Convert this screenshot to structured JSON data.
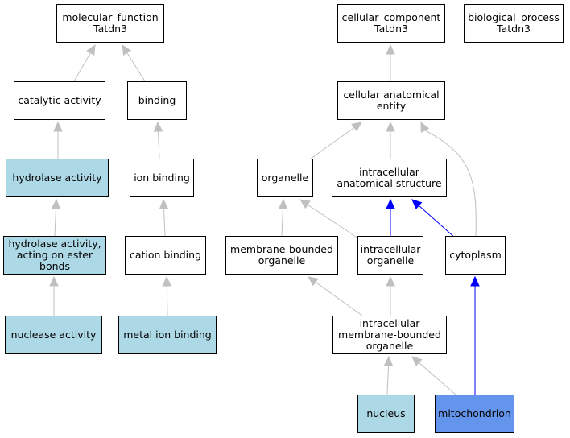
{
  "colors": {
    "default_fill": "#ffffff",
    "light_blue": "#add8e6",
    "cornflower": "#6495ed",
    "edge_gray": "#c0c0c0",
    "edge_blue": "#0000ff"
  },
  "nodes": [
    {
      "id": "mf",
      "lines": [
        "molecular_function",
        "Tatdn3"
      ],
      "fill": "default_fill"
    },
    {
      "id": "cc",
      "lines": [
        "cellular_component",
        "Tatdn3"
      ],
      "fill": "default_fill"
    },
    {
      "id": "bp",
      "lines": [
        "biological_process",
        "Tatdn3"
      ],
      "fill": "default_fill"
    },
    {
      "id": "cat",
      "lines": [
        "catalytic activity"
      ],
      "fill": "default_fill"
    },
    {
      "id": "bind",
      "lines": [
        "binding"
      ],
      "fill": "default_fill"
    },
    {
      "id": "cae",
      "lines": [
        "cellular anatomical",
        "entity"
      ],
      "fill": "default_fill"
    },
    {
      "id": "hyd",
      "lines": [
        "hydrolase activity"
      ],
      "fill": "light_blue"
    },
    {
      "id": "ion",
      "lines": [
        "ion binding"
      ],
      "fill": "default_fill"
    },
    {
      "id": "org",
      "lines": [
        "organelle"
      ],
      "fill": "default_fill"
    },
    {
      "id": "ias",
      "lines": [
        "intracellular",
        "anatomical structure"
      ],
      "fill": "default_fill"
    },
    {
      "id": "hae",
      "lines": [
        "hydrolase activity,",
        "acting on ester",
        "bonds"
      ],
      "fill": "light_blue"
    },
    {
      "id": "cation",
      "lines": [
        "cation binding"
      ],
      "fill": "default_fill"
    },
    {
      "id": "mbo",
      "lines": [
        "membrane-bounded",
        "organelle"
      ],
      "fill": "default_fill"
    },
    {
      "id": "io",
      "lines": [
        "intracellular",
        "organelle"
      ],
      "fill": "default_fill"
    },
    {
      "id": "cyto",
      "lines": [
        "cytoplasm"
      ],
      "fill": "default_fill"
    },
    {
      "id": "nuc_act",
      "lines": [
        "nuclease activity"
      ],
      "fill": "light_blue"
    },
    {
      "id": "metal",
      "lines": [
        "metal ion binding"
      ],
      "fill": "light_blue"
    },
    {
      "id": "imbo",
      "lines": [
        "intracellular",
        "membrane-bounded",
        "organelle"
      ],
      "fill": "default_fill"
    },
    {
      "id": "nucleus",
      "lines": [
        "nucleus"
      ],
      "fill": "light_blue"
    },
    {
      "id": "mito",
      "lines": [
        "mitochondrion"
      ],
      "fill": "cornflower"
    }
  ],
  "edges": [
    {
      "from": "cat",
      "to": "mf",
      "color": "edge_gray"
    },
    {
      "from": "bind",
      "to": "mf",
      "color": "edge_gray"
    },
    {
      "from": "hyd",
      "to": "cat",
      "color": "edge_gray"
    },
    {
      "from": "ion",
      "to": "bind",
      "color": "edge_gray"
    },
    {
      "from": "hae",
      "to": "hyd",
      "color": "edge_gray"
    },
    {
      "from": "cation",
      "to": "ion",
      "color": "edge_gray"
    },
    {
      "from": "nuc_act",
      "to": "hae",
      "color": "edge_gray"
    },
    {
      "from": "metal",
      "to": "cation",
      "color": "edge_gray"
    },
    {
      "from": "cae",
      "to": "cc",
      "color": "edge_gray"
    },
    {
      "from": "org",
      "to": "cae",
      "color": "edge_gray"
    },
    {
      "from": "ias",
      "to": "cae",
      "color": "edge_gray"
    },
    {
      "from": "cyto",
      "to": "cae",
      "color": "edge_gray"
    },
    {
      "from": "mbo",
      "to": "org",
      "color": "edge_gray"
    },
    {
      "from": "io",
      "to": "org",
      "color": "edge_gray"
    },
    {
      "from": "io",
      "to": "ias",
      "color": "edge_blue"
    },
    {
      "from": "cyto",
      "to": "ias",
      "color": "edge_blue"
    },
    {
      "from": "imbo",
      "to": "mbo",
      "color": "edge_gray"
    },
    {
      "from": "imbo",
      "to": "io",
      "color": "edge_gray"
    },
    {
      "from": "nucleus",
      "to": "imbo",
      "color": "edge_gray"
    },
    {
      "from": "mito",
      "to": "imbo",
      "color": "edge_gray"
    },
    {
      "from": "mito",
      "to": "cyto",
      "color": "edge_blue"
    }
  ]
}
